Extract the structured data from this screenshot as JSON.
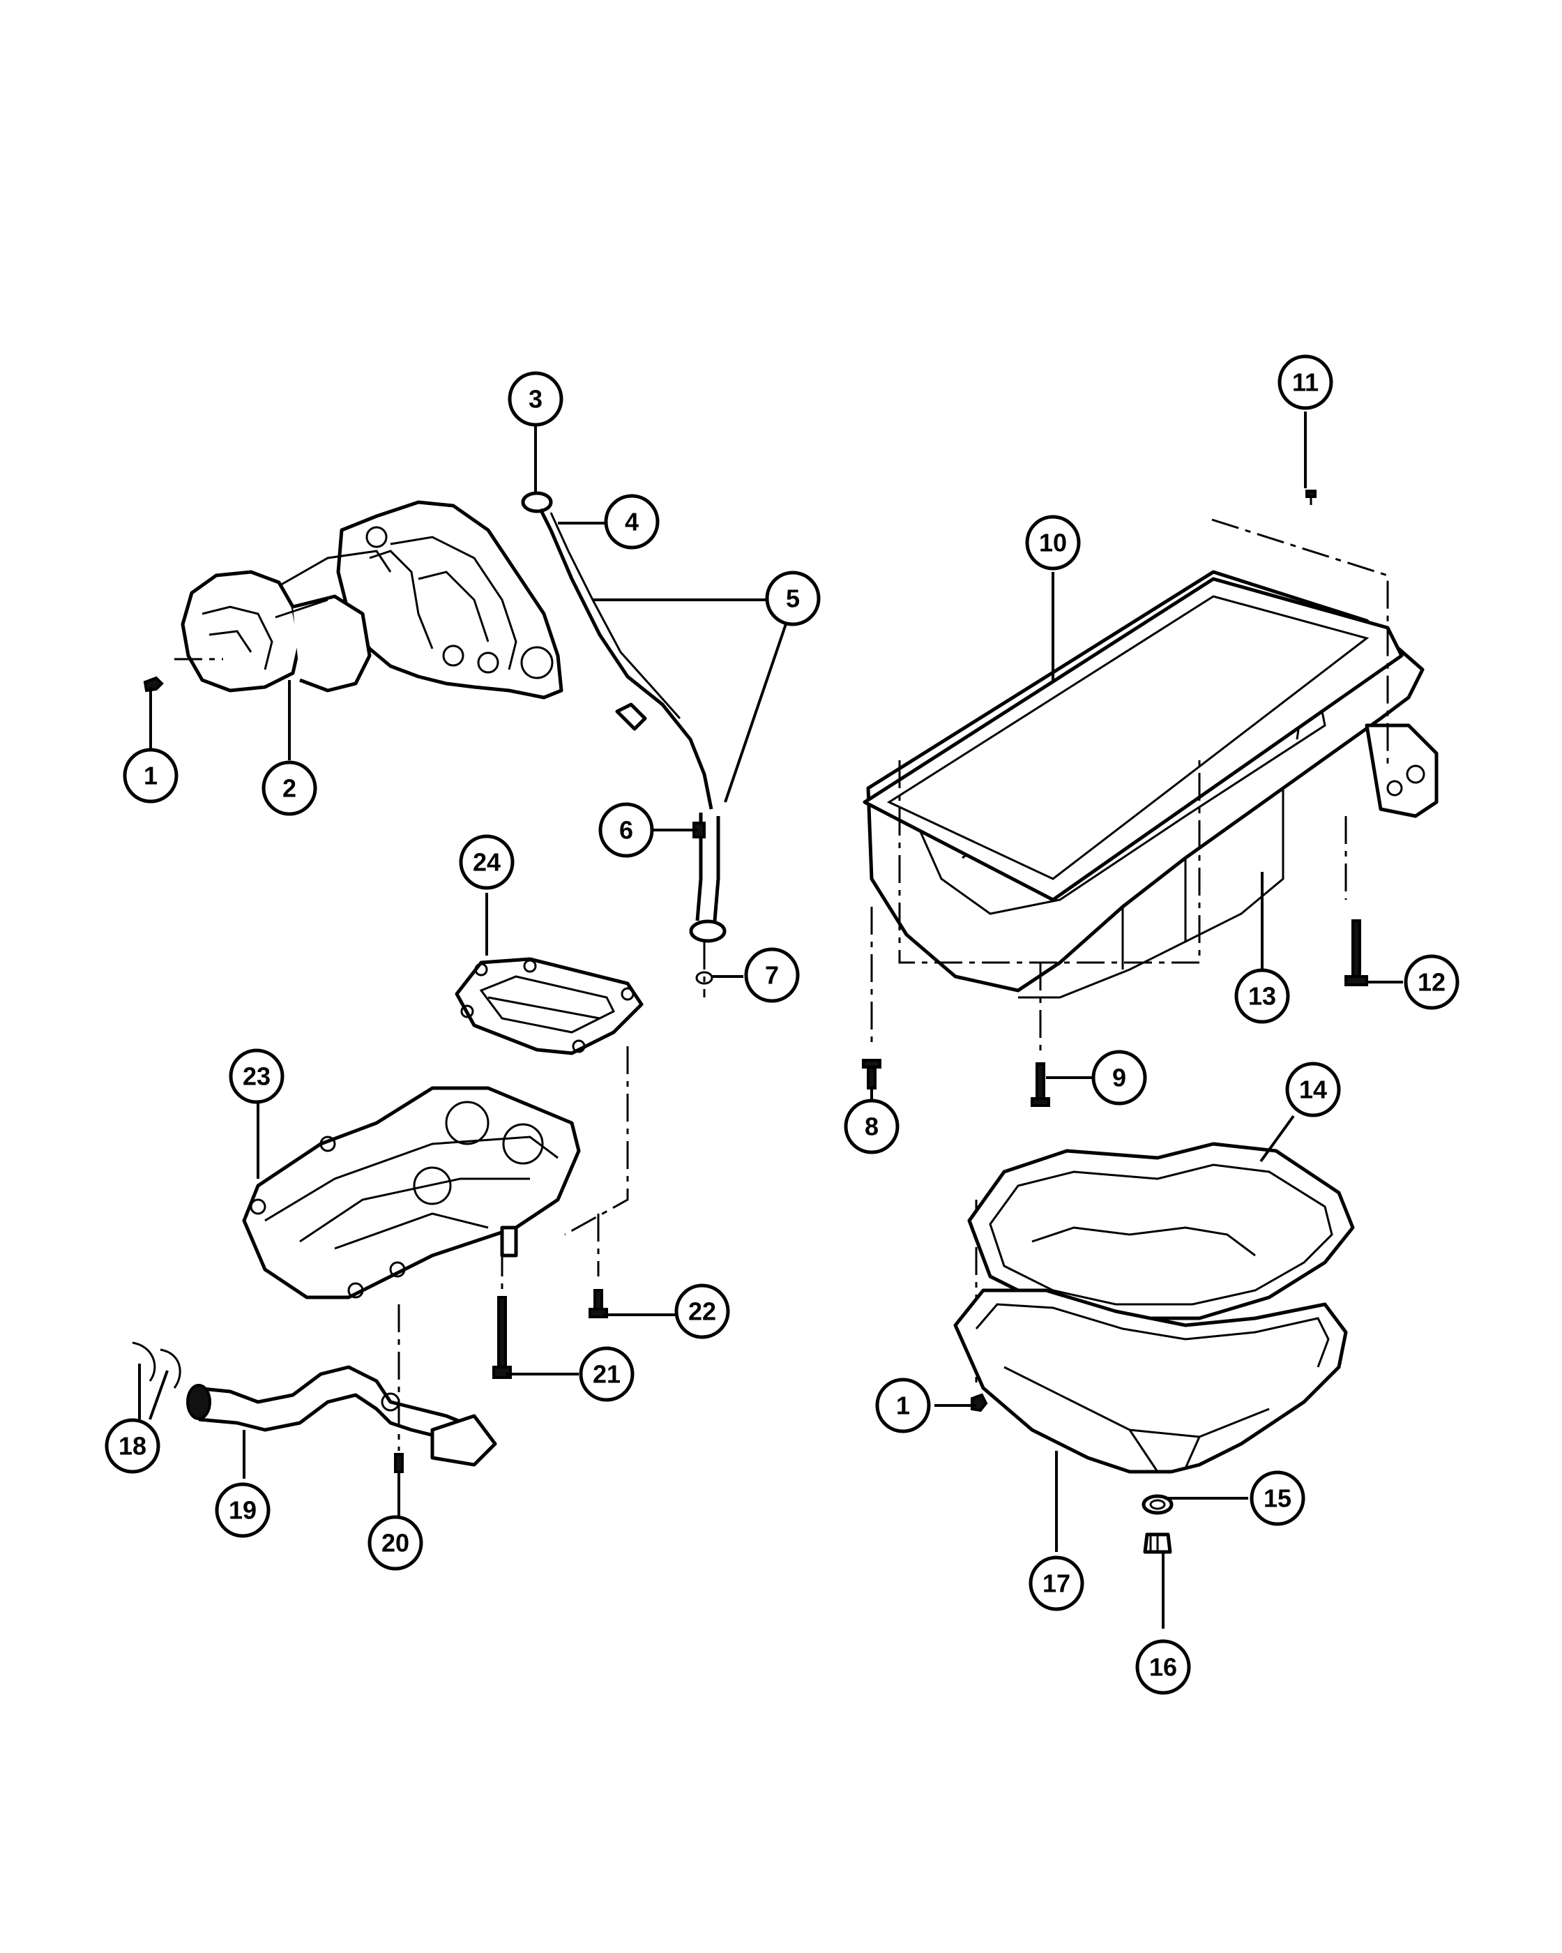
{
  "diagram": {
    "callouts": [
      {
        "id": "c1a",
        "label": "1"
      },
      {
        "id": "c2",
        "label": "2"
      },
      {
        "id": "c3",
        "label": "3"
      },
      {
        "id": "c4",
        "label": "4"
      },
      {
        "id": "c5",
        "label": "5"
      },
      {
        "id": "c6",
        "label": "6"
      },
      {
        "id": "c7",
        "label": "7"
      },
      {
        "id": "c8",
        "label": "8"
      },
      {
        "id": "c9",
        "label": "9"
      },
      {
        "id": "c10",
        "label": "10"
      },
      {
        "id": "c11",
        "label": "11"
      },
      {
        "id": "c12",
        "label": "12"
      },
      {
        "id": "c13",
        "label": "13"
      },
      {
        "id": "c14",
        "label": "14"
      },
      {
        "id": "c15",
        "label": "15"
      },
      {
        "id": "c16",
        "label": "16"
      },
      {
        "id": "c17",
        "label": "17"
      },
      {
        "id": "c18",
        "label": "18"
      },
      {
        "id": "c19",
        "label": "19"
      },
      {
        "id": "c20",
        "label": "20"
      },
      {
        "id": "c21",
        "label": "21"
      },
      {
        "id": "c22",
        "label": "22"
      },
      {
        "id": "c23",
        "label": "23"
      },
      {
        "id": "c24",
        "label": "24"
      },
      {
        "id": "c1b",
        "label": "1"
      }
    ]
  }
}
